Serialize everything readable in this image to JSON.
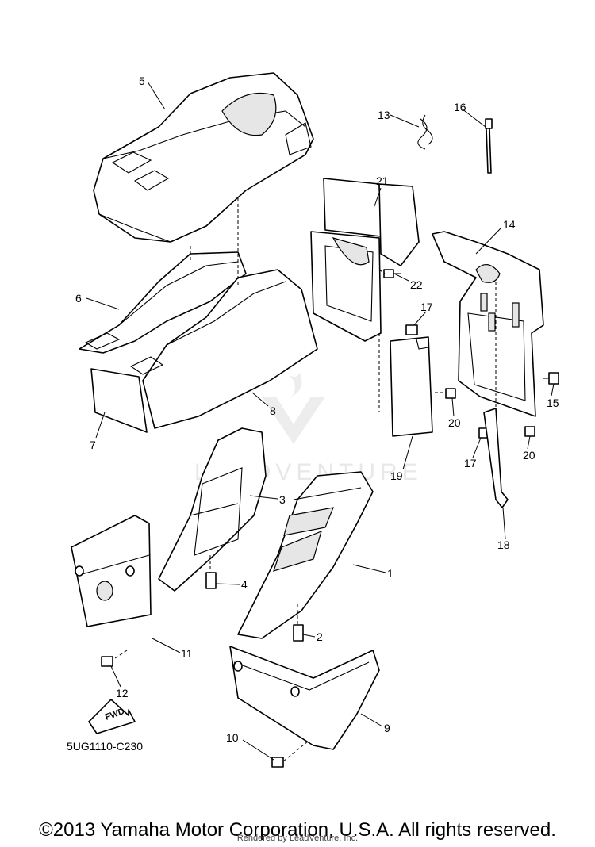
{
  "diagram": {
    "part_code": "5UG1110-C230",
    "fwd_label": "FWD",
    "watermark_text": "LEADVENTURE",
    "callouts": [
      "1",
      "2",
      "3",
      "4",
      "5",
      "6",
      "7",
      "8",
      "9",
      "10",
      "11",
      "12",
      "13",
      "14",
      "15",
      "16",
      "17",
      "17",
      "18",
      "19",
      "20",
      "20",
      "21",
      "22"
    ]
  },
  "footer": {
    "copyright": "©2013 Yamaha Motor Corporation, U.S.A. All rights reserved.",
    "rendered_by": "Rendered by LeadVenture, Inc."
  }
}
